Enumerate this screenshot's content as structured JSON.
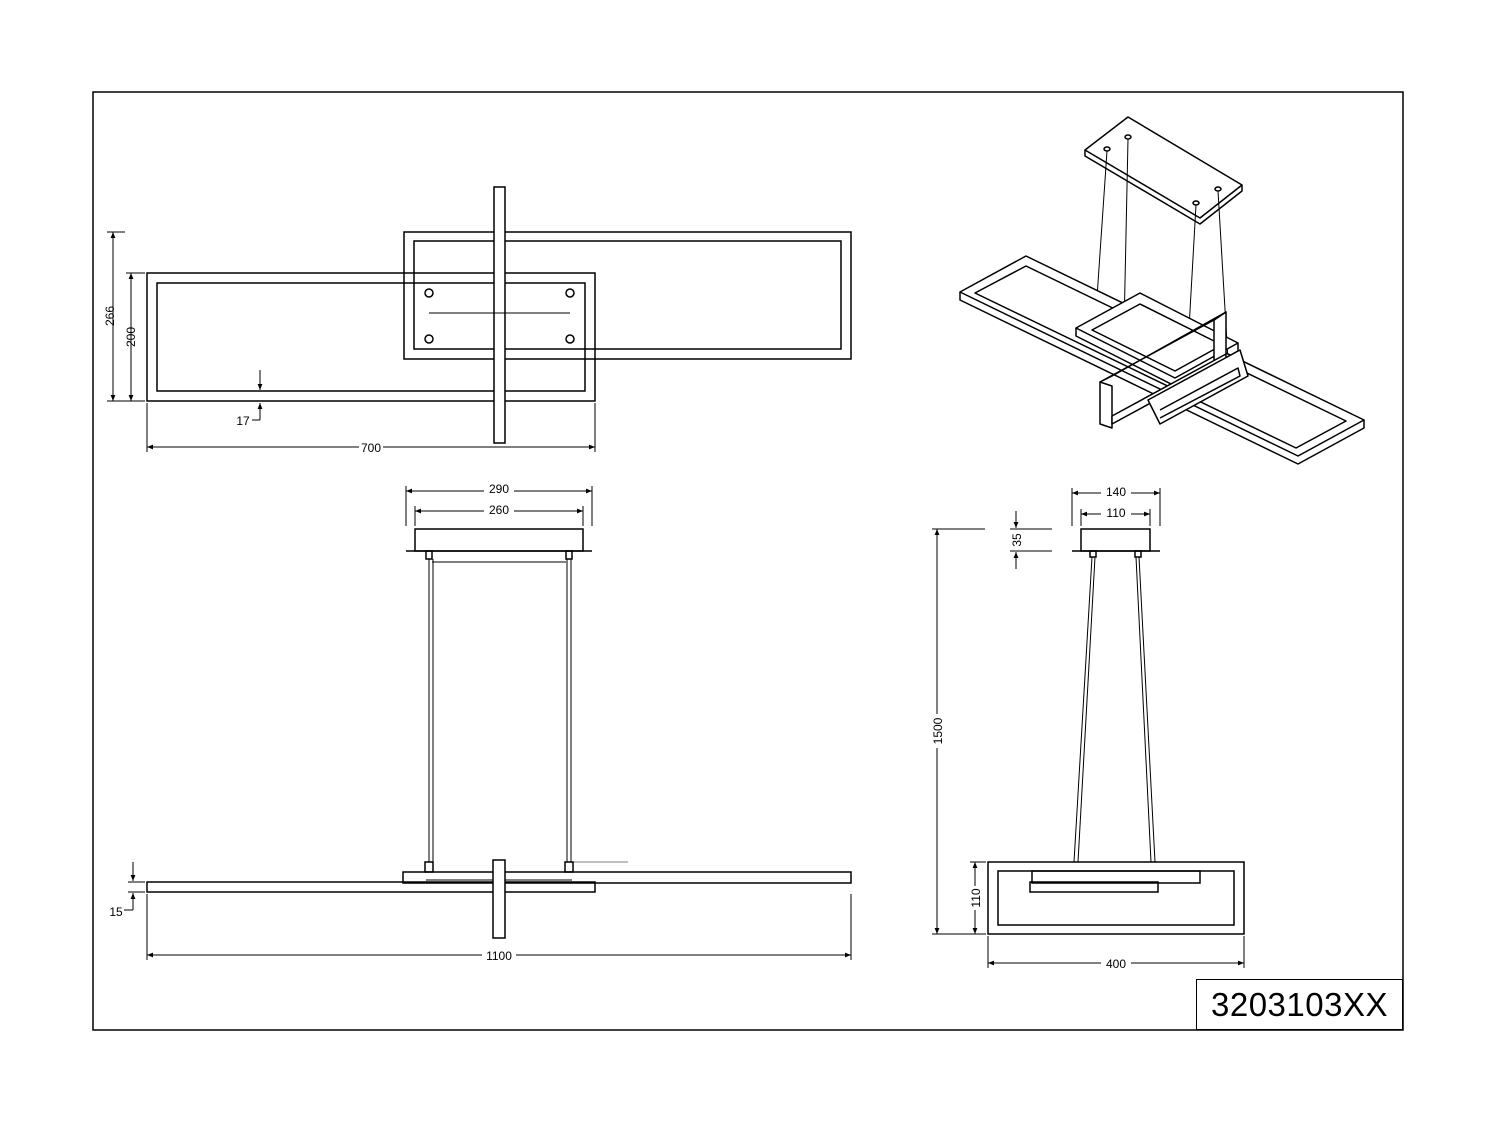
{
  "product_code": "3203103XX",
  "colors": {
    "line": "#000000",
    "background": "#ffffff"
  },
  "dimensions": {
    "top_view": {
      "height_total": "266",
      "height_frame": "200",
      "frame_width": "17",
      "length": "700"
    },
    "front_view": {
      "canopy_outer": "290",
      "canopy_inner": "260",
      "frame_height": "15",
      "length": "1100"
    },
    "side_view": {
      "canopy_outer": "140",
      "canopy_inner": "110",
      "canopy_height": "35",
      "total_height": "1500",
      "frame_height": "110",
      "width": "400"
    }
  }
}
